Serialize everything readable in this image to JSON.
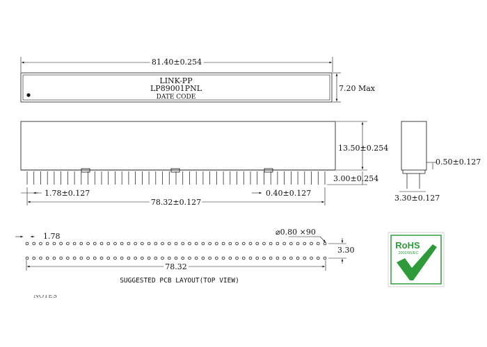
{
  "top_view": {
    "width_dim": "81.40±0.254",
    "height_dim": "7.20 Max",
    "brand": "LINK-PP",
    "part_number": "LP89001PNL",
    "date_code": "DATE CODE"
  },
  "front_view": {
    "body_height_dim": "13.50±0.254",
    "standoff_dim": "3.00±0.254",
    "pitch_dim": "1.78±0.127",
    "pin_dim": "0.40±0.127",
    "span_dim": "78.32±0.127"
  },
  "side_view": {
    "pin_dim": "0.50±0.127",
    "row_dim": "3.30±0.127"
  },
  "pcb_layout": {
    "pitch": "1.78",
    "hole": "⌀0.80 ×90",
    "row_spacing": "3.30",
    "span": "78.32",
    "caption": "SUGGESTED PCB LAYOUT(TOP VIEW)",
    "holes_per_row": 45
  },
  "notes_label": "NOTES",
  "rohs": {
    "title": "RoHS",
    "subtitle": "2002/95/EC",
    "green": "#2e9a3a"
  }
}
